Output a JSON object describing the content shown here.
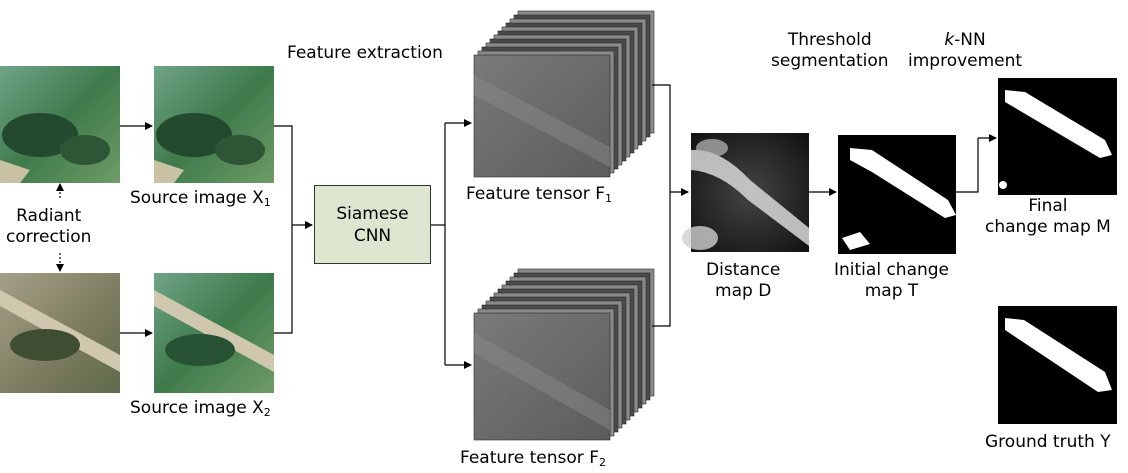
{
  "labels": {
    "feature_extraction": "Feature extraction",
    "threshold_segmentation_line1": "Threshold",
    "threshold_segmentation_line2": "segmentation",
    "knn_k": "k",
    "knn_rest": "-NN",
    "knn_line2": "improvement",
    "radiant_line1": "Radiant",
    "radiant_line2": "correction",
    "source_x1": "Source image X",
    "source_x1_sub": "1",
    "source_x2": "Source image X",
    "source_x2_sub": "2",
    "siamese_line1": "Siamese",
    "siamese_line2": "CNN",
    "tensor_f1": "Feature tensor F",
    "tensor_f1_sub": "1",
    "tensor_f2": "Feature tensor F",
    "tensor_f2_sub": "2",
    "distance_line1": "Distance",
    "distance_line2": "map D",
    "initial_line1": "Initial change",
    "initial_line2": "map T",
    "final_line1": "Final",
    "final_line2": "change map M",
    "ground_truth": "Ground truth Y"
  },
  "colors": {
    "cnn_fill": "#dde6cf",
    "satellite_green": "#4f8a5e",
    "satellite_brown": "#8f8a6e",
    "feature_gray": "#6e6e6e"
  }
}
